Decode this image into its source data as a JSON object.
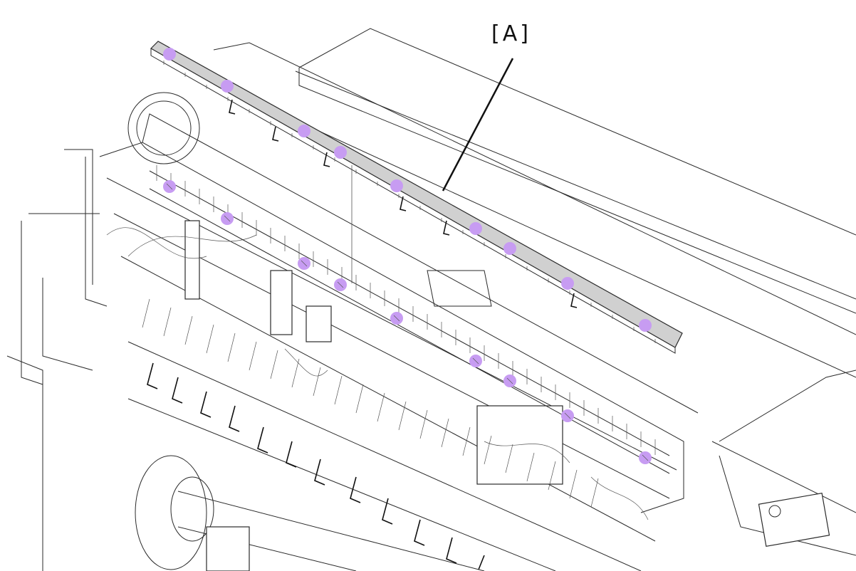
{
  "callout": {
    "label": "[A]"
  },
  "colors": {
    "highlight_part": "#d0d0d0",
    "screw_marker": "#c79cf2",
    "linework": "#2a2a2a"
  },
  "screws": {
    "count_on_cover": 9,
    "count_on_frame": 9
  }
}
